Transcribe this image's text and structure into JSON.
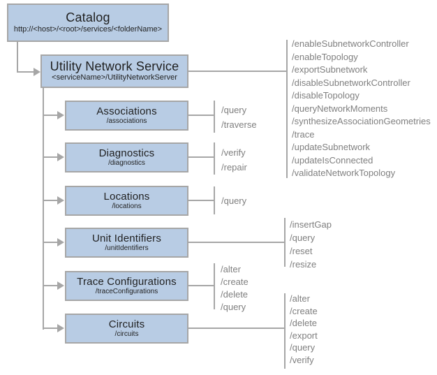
{
  "diagram": {
    "catalog": {
      "title": "Catalog",
      "subtitle": "http://<host>/<root>/services/<folderName>"
    },
    "service": {
      "title": "Utility Network Service",
      "subtitle": "<serviceName>/UtilityNetworkServer",
      "operations": [
        "/enableSubnetworkController",
        "/enableTopology",
        "/exportSubnetwork",
        "/disableSubnetworkController",
        "/disableTopology",
        "/queryNetworkMoments",
        "/synthesizeAssociationGeometries",
        "/trace",
        "/updateSubnetwork",
        "/updateIsConnected",
        "/validateNetworkTopology"
      ]
    },
    "resources": [
      {
        "title": "Associations",
        "subtitle": "/associations",
        "operations": [
          "/query",
          "/traverse"
        ]
      },
      {
        "title": "Diagnostics",
        "subtitle": "/diagnostics",
        "operations": [
          "/verify",
          "/repair"
        ]
      },
      {
        "title": "Locations",
        "subtitle": "/locations",
        "operations": [
          "/query"
        ]
      },
      {
        "title": "Unit Identifiers",
        "subtitle": "/unitIdentifiers",
        "operations": [
          "/insertGap",
          "/query",
          "/reset",
          "/resize"
        ]
      },
      {
        "title": "Trace Configurations",
        "subtitle": "/traceConfigurations",
        "operations": [
          "/alter",
          "/create",
          "/delete",
          "/query"
        ]
      },
      {
        "title": "Circuits",
        "subtitle": "/circuits",
        "operations": [
          "/alter",
          "/create",
          "/delete",
          "/export",
          "/query",
          "/verify"
        ]
      }
    ],
    "colors": {
      "box_fill": "#b8cce4",
      "box_border": "#a6a6a6",
      "connector": "#a6a6a6",
      "operation_text": "#7f7f7f",
      "title_text": "#1f1f1f"
    }
  }
}
